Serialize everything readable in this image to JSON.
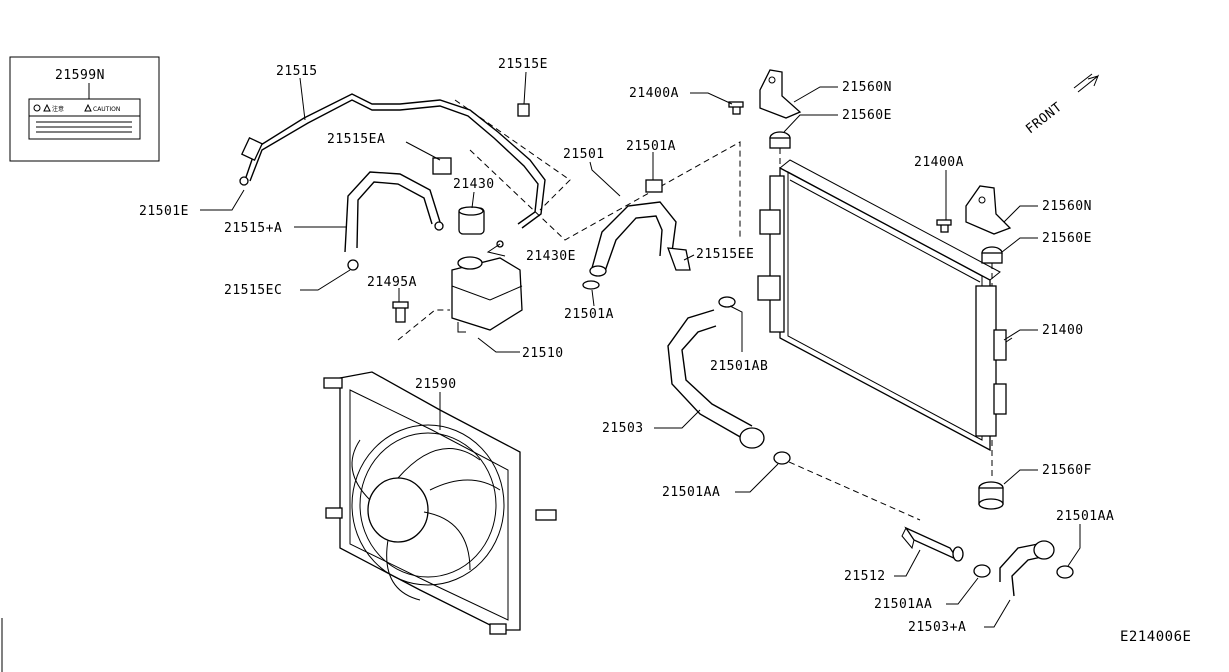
{
  "diagram_id": "E214006E",
  "direction_label": "FRONT",
  "caution_label": {
    "part": "21599N",
    "text_warning": "注意",
    "text_caution": "CAUTION"
  },
  "callouts": {
    "c21515": "21515",
    "c21515E": "21515E",
    "c21515EA": "21515EA",
    "c21430": "21430",
    "c21501E": "21501E",
    "c21515A": "21515+A",
    "c21430E": "21430E",
    "c21515EC": "21515EC",
    "c21495A": "21495A",
    "c21510": "21510",
    "c21501": "21501",
    "c21501A_top": "21501A",
    "c21515EE": "21515EE",
    "c21501A_bot": "21501A",
    "c21400A_top": "21400A",
    "c21560N_top": "21560N",
    "c21560E_top": "21560E",
    "c21400A_mid": "21400A",
    "c21560N_mid": "21560N",
    "c21560E_mid": "21560E",
    "c21400": "21400",
    "c21501AB": "21501AB",
    "c21503": "21503",
    "c21590": "21590",
    "c21501AA_left": "21501AA",
    "c21560F": "21560F",
    "c21501AA_right": "21501AA",
    "c21512": "21512",
    "c21501AA_bot": "21501AA",
    "c21503A": "21503+A"
  }
}
